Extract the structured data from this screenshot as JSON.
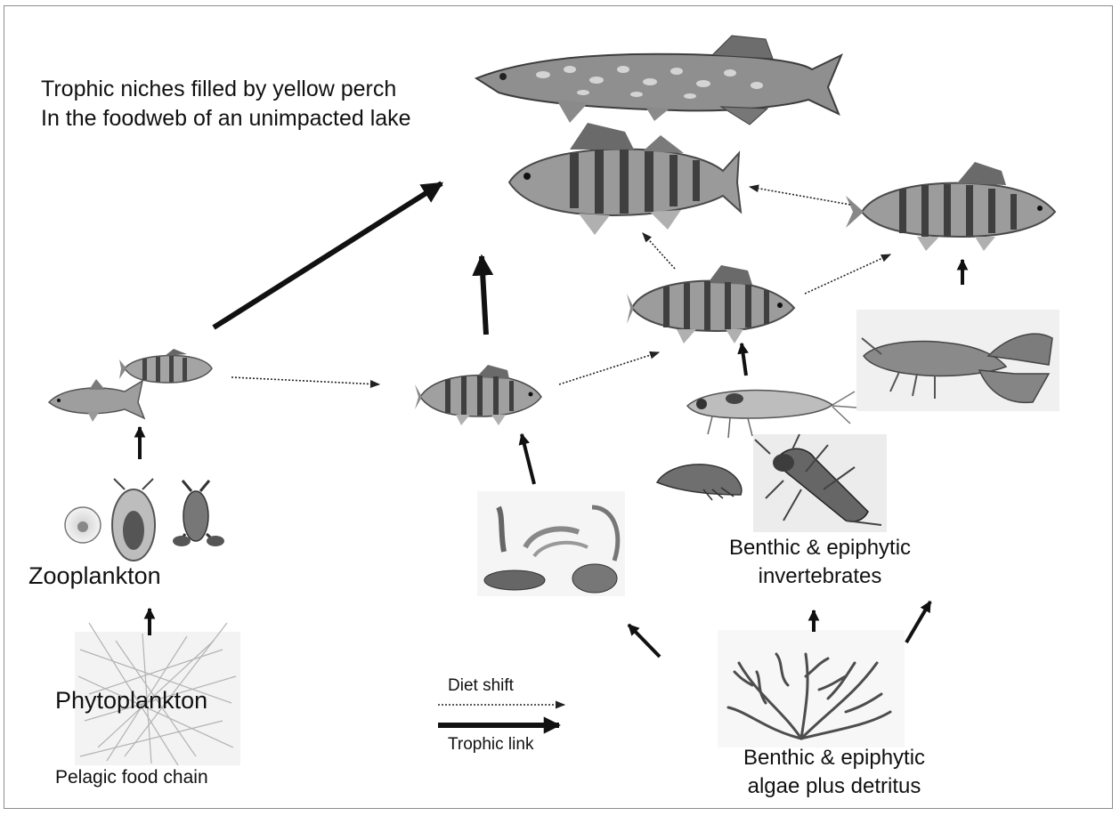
{
  "title": {
    "line1": "Trophic niches filled by yellow perch",
    "line2": "In the foodweb of an unimpacted lake"
  },
  "labels": {
    "zooplankton": "Zooplankton",
    "phytoplankton": "Phytoplankton",
    "pelagic_chain": "Pelagic food chain",
    "benthic_inverts_line1": "Benthic & epiphytic",
    "benthic_inverts_line2": "invertebrates",
    "benthic_algae_line1": "Benthic & epiphytic",
    "benthic_algae_line2": "algae plus detritus"
  },
  "legend": {
    "diet_shift": "Diet shift",
    "trophic_link": "Trophic link"
  },
  "colors": {
    "ink": "#111111",
    "fish_body": "#9a9a9a",
    "fish_dark": "#4a4a4a",
    "algae": "#555555"
  },
  "icons": [
    "northern-pike-icon",
    "large-perch-icon",
    "medium-perch-icon",
    "small-perch-icon",
    "juvenile-perch-icon",
    "forage-fish-icon",
    "zooplankton-icon",
    "phytoplankton-icon",
    "insect-larva-icon",
    "amphipod-icon",
    "mayfly-nymph-icon",
    "crayfish-icon",
    "small-benthos-icon",
    "algae-icon"
  ]
}
